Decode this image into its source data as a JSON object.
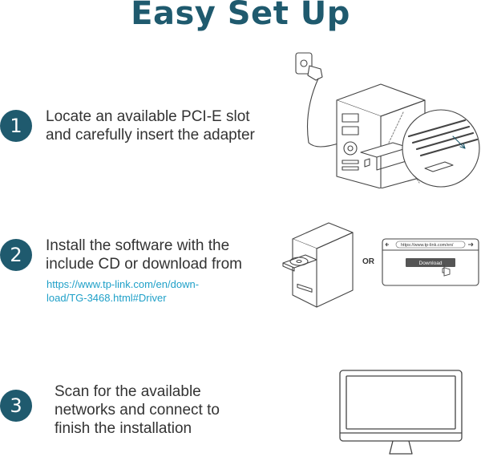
{
  "title": "Easy Set Up",
  "steps": [
    {
      "number": "1",
      "line1": "Locate an available PCI-E slot",
      "line2": "and carefully insert the adapter"
    },
    {
      "number": "2",
      "line1": "Install the software with the",
      "line2": "include CD or download from",
      "link_line1": "https://www.tp-link.com/en/down-",
      "link_line2": "load/TG-3468.html#Driver"
    },
    {
      "number": "3",
      "line1": "Scan for the available",
      "line2": "networks and connect to",
      "line3": "finish the installation"
    }
  ],
  "step2_or": "OR",
  "browser": {
    "url": "https://www.tp-link.com/en/",
    "download_label": "Download"
  },
  "colors": {
    "accent": "#1f5a6e",
    "link": "#1fa0c8",
    "text": "#333333"
  },
  "icons": {
    "step1": "pc-tower-with-pcie-card-illustration",
    "step2_cd": "pc-tower-with-cd-tray-illustration",
    "step2_browser": "browser-download-illustration",
    "step3": "monitor-illustration"
  }
}
